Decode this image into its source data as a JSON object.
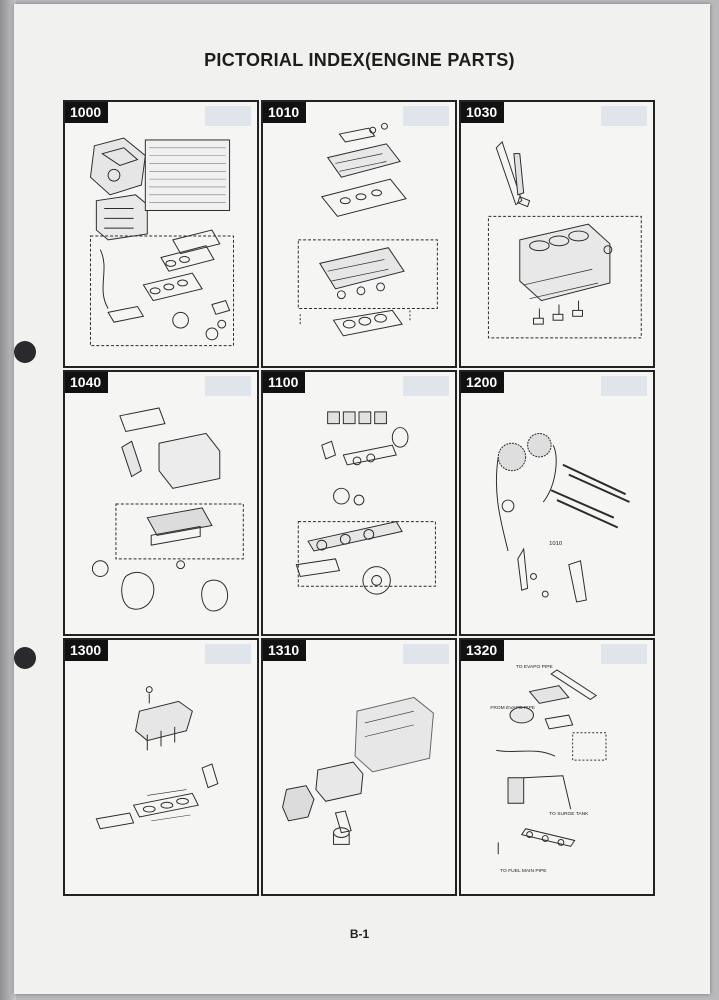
{
  "title": "PICTORIAL INDEX(ENGINE PARTS)",
  "page_number": "B-1",
  "panels": [
    {
      "code": "1000"
    },
    {
      "code": "1010"
    },
    {
      "code": "1030"
    },
    {
      "code": "1040"
    },
    {
      "code": "1100"
    },
    {
      "code": "1200"
    },
    {
      "code": "1300"
    },
    {
      "code": "1310"
    },
    {
      "code": "1320"
    }
  ],
  "diagram_labels": {
    "p1200_1": "1010",
    "p1320_1": "TO EVAPO PIPE",
    "p1320_2": "FROM EVAPO PIPE",
    "p1320_3": "TO SURGE TANK",
    "p1320_4": "TO FUEL MAIN PIPE"
  }
}
